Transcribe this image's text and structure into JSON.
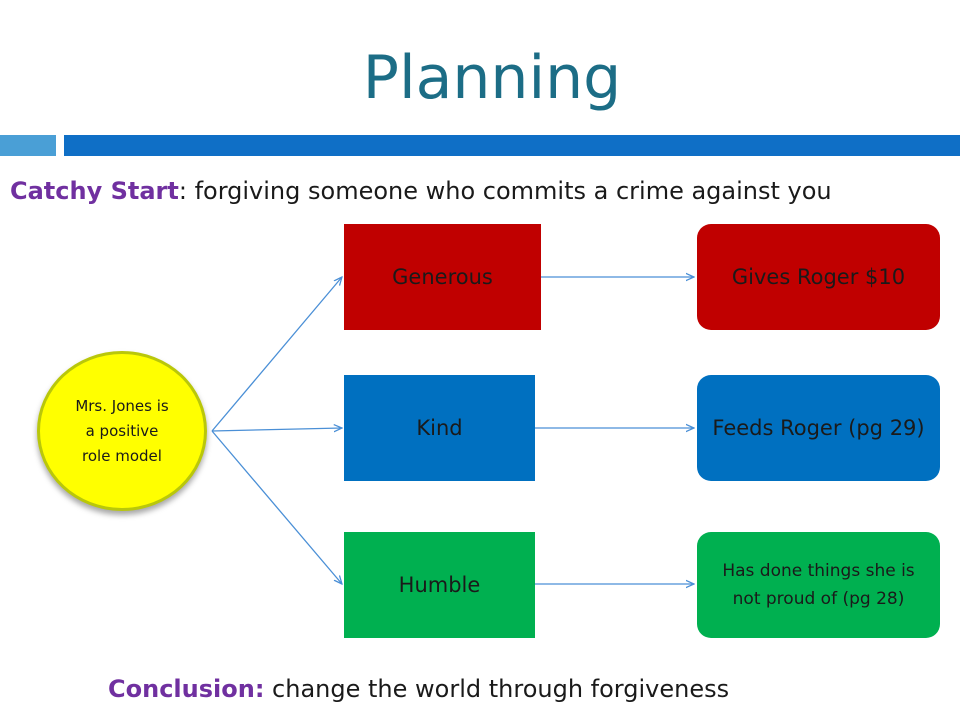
{
  "title": "Planning",
  "catchy_start": {
    "label": "Catchy Start",
    "text": ": forgiving someone who commits a crime against you"
  },
  "conclusion": {
    "label": "Conclusion:",
    "text": " change the world through forgiveness"
  },
  "center_node": {
    "text": "Mrs. Jones is a positive role model",
    "color": "#ffff00"
  },
  "traits": [
    {
      "label": "Generous",
      "color": "#c00000"
    },
    {
      "label": "Kind",
      "color": "#0070c0"
    },
    {
      "label": "Humble",
      "color": "#00b050"
    }
  ],
  "results": [
    {
      "text": "Gives Roger $10",
      "color": "#c00000"
    },
    {
      "text": "Feeds Roger (pg 29)",
      "color": "#0070c0"
    },
    {
      "text": "Has done things she is not proud of (pg 28)",
      "color": "#00b050"
    }
  ],
  "colors": {
    "title": "#1c6d86",
    "accent_bar": "#0f6fc6",
    "label_purple": "#7030a0",
    "connector": "#4a8fd6"
  }
}
